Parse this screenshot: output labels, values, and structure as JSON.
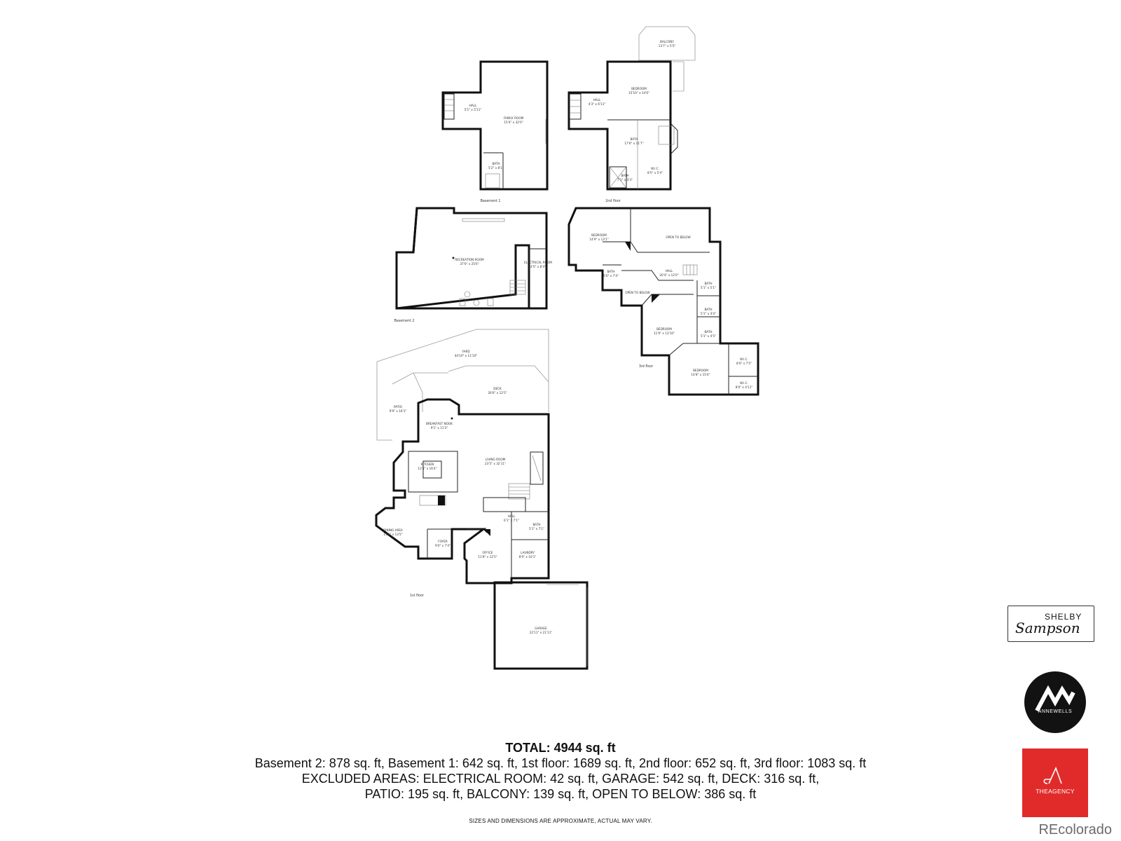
{
  "floor_labels": {
    "basement_1": "Basement 1",
    "basement_2": "Basement 2",
    "floor_1": "1st floor",
    "floor_2": "2nd floor",
    "floor_3": "3rd floor"
  },
  "rooms": {
    "b1_hall": {
      "name": "HALL",
      "dims": "5'1\" x 5'11\""
    },
    "b1_family": {
      "name": "FAMILY ROOM",
      "dims": "15'4\" x 32'0\""
    },
    "b1_bath": {
      "name": "BATH",
      "dims": "5'2\" x 8'1\""
    },
    "b2_recreation": {
      "name": "RECREATION ROOM",
      "dims": "37'0\" x 25'6\""
    },
    "b2_electrical": {
      "name": "ELECTRICAL ROOM",
      "dims": "4'5\" x 8'4\""
    },
    "f2_balcony": {
      "name": "BALCONY",
      "dims": "13'7\" x 5'5\""
    },
    "f2_hall": {
      "name": "HALL",
      "dims": "4'3\" x 6'11\""
    },
    "f2_bedroom": {
      "name": "BEDROOM",
      "dims": "15'10\" x 14'6\""
    },
    "f2_bath": {
      "name": "BATH",
      "dims": "17'6\" x 11'7\""
    },
    "f2_wic": {
      "name": "W.I.C.",
      "dims": "8'5\" x 5'4\""
    },
    "f2_bath_small": {
      "name": "BATH",
      "dims": "7'1\" x 3'3\""
    },
    "f3_bedroom_a": {
      "name": "BEDROOM",
      "dims": "14'9\" x 13'1\""
    },
    "f3_open_a": {
      "name": "OPEN TO BELOW",
      "dims": ""
    },
    "f3_hall": {
      "name": "HALL",
      "dims": "20'4\" x 12'0\""
    },
    "f3_bath_a": {
      "name": "BATH",
      "dims": "5'0\" x 7'4\""
    },
    "f3_open_b": {
      "name": "OPEN TO BELOW",
      "dims": ""
    },
    "f3_bath_b": {
      "name": "BATH",
      "dims": "5'1\" x 5'1\""
    },
    "f3_bath_c": {
      "name": "BATH",
      "dims": "5'1\" x 4'4\""
    },
    "f3_bath_d": {
      "name": "BATH",
      "dims": "5'1\" x 4'5\""
    },
    "f3_bedroom_b": {
      "name": "BEDROOM",
      "dims": "11'6\" x 13'10\""
    },
    "f3_bedroom_c": {
      "name": "BEDROOM",
      "dims": "14'8\" x 15'4\""
    },
    "f3_wic_a": {
      "name": "W.I.C.",
      "dims": "8'0\" x 7'5\""
    },
    "f3_wic_b": {
      "name": "W.I.C.",
      "dims": "8'0\" x 4'11\""
    },
    "f1_yard": {
      "name": "YARD",
      "dims": "44'10\" x 11'10\""
    },
    "f1_deck": {
      "name": "DECK",
      "dims": "26'6\" x 12'5\""
    },
    "f1_patio": {
      "name": "PATIO",
      "dims": "9'9\" x 16'1\""
    },
    "f1_breakfast": {
      "name": "BREAKFAST NOOK",
      "dims": "9'1\" x 11'2\""
    },
    "f1_kitchen": {
      "name": "KITCHEN",
      "dims": "13'3\" x 16'4\""
    },
    "f1_living": {
      "name": "LIVING ROOM",
      "dims": "23'5\" x 32'11\""
    },
    "f1_hall": {
      "name": "HALL",
      "dims": "6'1\" x 7'1\""
    },
    "f1_bath": {
      "name": "BATH",
      "dims": "5'1\" x 7'1\""
    },
    "f1_dining": {
      "name": "DINING AREA",
      "dims": "13'6\" x 13'5\""
    },
    "f1_foyer": {
      "name": "FOYER",
      "dims": "9'0\" x 7'4\""
    },
    "f1_office": {
      "name": "OFFICE",
      "dims": "11'8\" x 12'5\""
    },
    "f1_laundry": {
      "name": "LAUNDRY",
      "dims": "8'0\" x 10'1\""
    },
    "f1_garage": {
      "name": "GARAGE",
      "dims": "22'11\" x 21'11\""
    }
  },
  "totals": {
    "total": "TOTAL: 4944 sq. ft",
    "line1": "Basement 2: 878 sq. ft, Basement 1: 642 sq. ft, 1st floor: 1689 sq. ft, 2nd floor: 652 sq. ft, 3rd floor: 1083 sq. ft",
    "line2": "EXCLUDED AREAS: ELECTRICAL ROOM: 42 sq. ft, GARAGE: 542 sq. ft, DECK: 316 sq. ft,",
    "line3": "PATIO: 195 sq. ft, BALCONY: 139 sq. ft, OPEN TO BELOW: 386 sq. ft"
  },
  "disclaimer": "SIZES AND DIMENSIONS ARE APPROXIMATE, ACTUAL MAY VARY.",
  "branding": {
    "shelby_top": "SHELBY",
    "shelby_bottom": "Sampson",
    "annewells": "ANNEWELLS",
    "agency": "THEAGENCY",
    "recolorado": "REcolorado"
  },
  "colors": {
    "wall": "#111111",
    "agency_red": "#e12b2b",
    "annewells_black": "#121212",
    "watermark_gray": "#6b6b6b"
  }
}
